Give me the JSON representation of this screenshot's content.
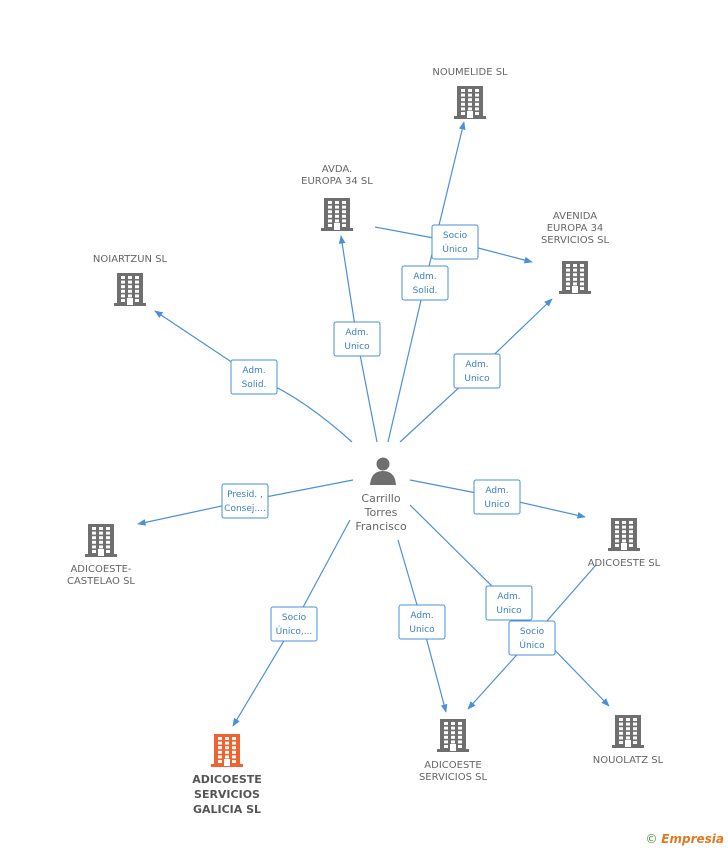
{
  "person": {
    "lines": [
      "Carrillo",
      "Torres",
      "Francisco"
    ]
  },
  "companies": [
    {
      "id": "noumelide",
      "lines": [
        "NOUMELIDE SL"
      ],
      "highlight": false
    },
    {
      "id": "avda-europa",
      "lines": [
        "AVDA.",
        "EUROPA 34 SL"
      ],
      "highlight": false
    },
    {
      "id": "avenida-europa",
      "lines": [
        "AVENIDA",
        "EUROPA 34",
        "SERVICIOS  SL"
      ],
      "highlight": false
    },
    {
      "id": "noiartzun",
      "lines": [
        "NOIARTZUN SL"
      ],
      "highlight": false
    },
    {
      "id": "adicoeste-castelao",
      "lines": [
        "ADICOESTE-",
        "CASTELAO SL"
      ],
      "highlight": false
    },
    {
      "id": "adicoeste",
      "lines": [
        "ADICOESTE SL"
      ],
      "highlight": false
    },
    {
      "id": "adicoeste-servicios-galicia",
      "lines": [
        "ADICOESTE",
        "SERVICIOS",
        "GALICIA  SL"
      ],
      "highlight": true
    },
    {
      "id": "adicoeste-servicios",
      "lines": [
        "ADICOESTE",
        "SERVICIOS  SL"
      ],
      "highlight": false
    },
    {
      "id": "nouolatz",
      "lines": [
        "NOUOLATZ SL"
      ],
      "highlight": false
    }
  ],
  "relations": [
    {
      "id": "to-noumelide",
      "lines": [
        "Adm.",
        "Solid."
      ]
    },
    {
      "id": "to-avenida-europa",
      "lines": [
        "Socio",
        "Único"
      ]
    },
    {
      "id": "to-avda-europa",
      "lines": [
        "Adm.",
        "Unico"
      ]
    },
    {
      "id": "to-avenida-europa-2",
      "lines": [
        "Adm.",
        "Unico"
      ]
    },
    {
      "id": "to-noiartzun",
      "lines": [
        "Adm.",
        "Solid."
      ]
    },
    {
      "id": "to-adicoeste-castelao",
      "lines": [
        "Presid. ,",
        "Consej...."
      ]
    },
    {
      "id": "to-adicoeste",
      "lines": [
        "Adm.",
        "Unico"
      ]
    },
    {
      "id": "to-galicia",
      "lines": [
        "Socio",
        "Único,..."
      ]
    },
    {
      "id": "to-adicoeste-servicios",
      "lines": [
        "Adm.",
        "Unico"
      ]
    },
    {
      "id": "to-nouolatz",
      "lines": [
        "Adm.",
        "Unico"
      ]
    },
    {
      "id": "adicoeste-socio",
      "lines": [
        "Socio",
        "Único"
      ]
    }
  ],
  "colors": {
    "edge": "#4a90d9",
    "building": "#6f6f6f",
    "highlight": "#f0622f",
    "person": "#6f6f6f"
  },
  "brand": {
    "copyright": "©",
    "name": "Empresia"
  }
}
